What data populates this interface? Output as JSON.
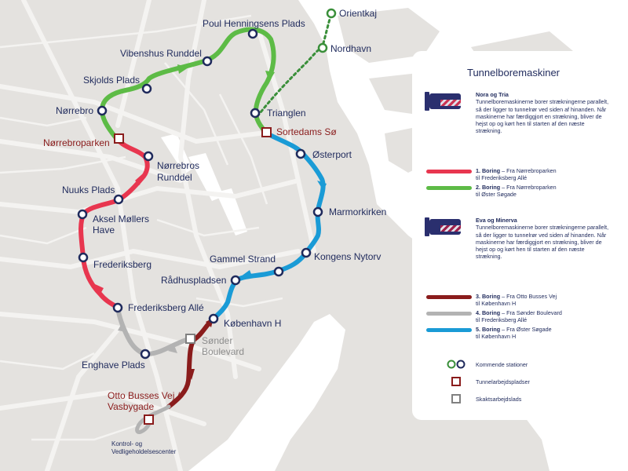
{
  "legend": {
    "title": "Tunnelboremaskiner",
    "group1": {
      "name": "Nora og Tria",
      "text": "Tunnelboremaskinerne borer strækningerne parallelt, så der ligger to tunnelrør ved siden af hinanden. Når maskinerne har færdiggjort en strækning, bliver de hejst op og kørt hen til starten af den næste strækning.",
      "machine_color": "#2a2f6e",
      "stripe_color": "#e8364f"
    },
    "group2": {
      "name": "Eva og Minerva",
      "text": "Tunnelboremaskinerne borer strækningerne parallelt, så der ligger to tunnelrør ved siden af hinanden. Når maskinerne har færdiggjort en strækning, bliver de hejst op og kørt hen til starten af den næste strækning.",
      "machine_color": "#2a2f6e",
      "stripe_color": "#b21e45"
    },
    "borings": [
      {
        "number": "1. Boring",
        "line1": "– Fra Nørrebroparken",
        "line2": "til Frederiksberg Allé",
        "color": "#e8364f"
      },
      {
        "number": "2. Boring",
        "line1": "– Fra Nørrebroparken",
        "line2": "til Øster Søgade",
        "color": "#5dbb46"
      },
      {
        "number": "3. Boring",
        "line1": "– Fra Otto Busses Vej",
        "line2": "til København H",
        "color": "#8a1c1c"
      },
      {
        "number": "4. Boring",
        "line1": "– Fra Sønder Boulevard",
        "line2": "til Frederiksberg Allé",
        "color": "#b3b3b3"
      },
      {
        "number": "5. Boring",
        "line1": "– Fra Øster Søgade",
        "line2": "til København H",
        "color": "#1a9bd6"
      }
    ],
    "symbols": {
      "stations": "Kommende stationer",
      "work_sites": "Tunnelarbejdspladser",
      "shaft_site": "Skaktsarbejdslads"
    }
  },
  "stations": {
    "orientkaj": "Orientkaj",
    "nordhavn": "Nordhavn",
    "poul_henningsens_plads": "Poul Henningsens Plads",
    "vibenshus_runddel": "Vibenshus Runddel",
    "skjolds_plads": "Skjolds Plads",
    "norrebro": "Nørrebro",
    "trianglen": "Trianglen",
    "osterport": "Østerport",
    "norrebros_runddel_1": "Nørrebros",
    "norrebros_runddel_2": "Runddel",
    "nuuks_plads": "Nuuks Plads",
    "aksel_mollers_have_1": "Aksel Møllers",
    "aksel_mollers_have_2": "Have",
    "marmorkirken": "Marmorkirken",
    "frederiksberg": "Frederiksberg",
    "kongens_nytorv": "Kongens Nytorv",
    "gammel_strand": "Gammel Strand",
    "radhuspladsen": "Rådhuspladsen",
    "frederiksberg_alle": "Frederiksberg Allé",
    "kobenhavn_h": "København H",
    "enghave_plads": "Enghave Plads"
  },
  "sites": {
    "norrebroparken": "Nørrebroparken",
    "sortedams_so": "Sortedams Sø",
    "sonder_boulevard_1": "Sønder",
    "sonder_boulevard_2": "Boulevard",
    "otto_busses_vej_1": "Otto Busses Vej /",
    "otto_busses_vej_2": "Vasbygade",
    "control_center_1": "Kontrol- og",
    "control_center_2": "Vedligeholdelsescenter"
  },
  "colors": {
    "water": "#ffffff",
    "land": "#e4e2df",
    "roads": "#f3f2f0",
    "station_ring": "#1f2a5c",
    "new_station_ring": "#3a8f3a"
  }
}
